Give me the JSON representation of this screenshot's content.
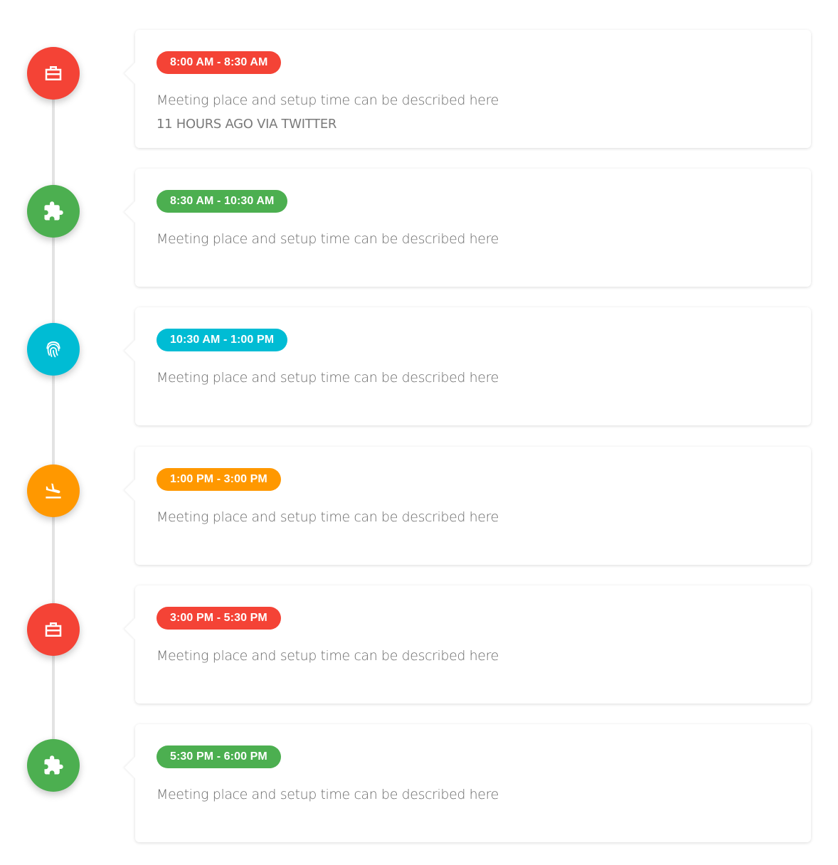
{
  "events": [
    {
      "time": "8:00 AM - 8:30 AM",
      "description": "Meeting place and setup time can be described here",
      "meta": "11 HOURS AGO VIA TWITTER",
      "icon": "briefcase-icon",
      "color": "#f44336"
    },
    {
      "time": "8:30 AM - 10:30 AM",
      "description": "Meeting place and setup time can be described here",
      "icon": "puzzle-icon",
      "color": "#4caf50"
    },
    {
      "time": "10:30 AM - 1:00 PM",
      "description": "Meeting place and setup time can be described here",
      "icon": "fingerprint-icon",
      "color": "#00bcd4"
    },
    {
      "time": "1:00 PM - 3:00 PM",
      "description": "Meeting place and setup time can be described here",
      "icon": "flight-land-icon",
      "color": "#ff9800"
    },
    {
      "time": "3:00 PM - 5:30 PM",
      "description": "Meeting place and setup time can be described here",
      "icon": "briefcase-icon",
      "color": "#f44336"
    },
    {
      "time": "5:30 PM - 6:00 PM",
      "description": "Meeting place and setup time can be described here",
      "icon": "puzzle-icon",
      "color": "#4caf50"
    }
  ]
}
